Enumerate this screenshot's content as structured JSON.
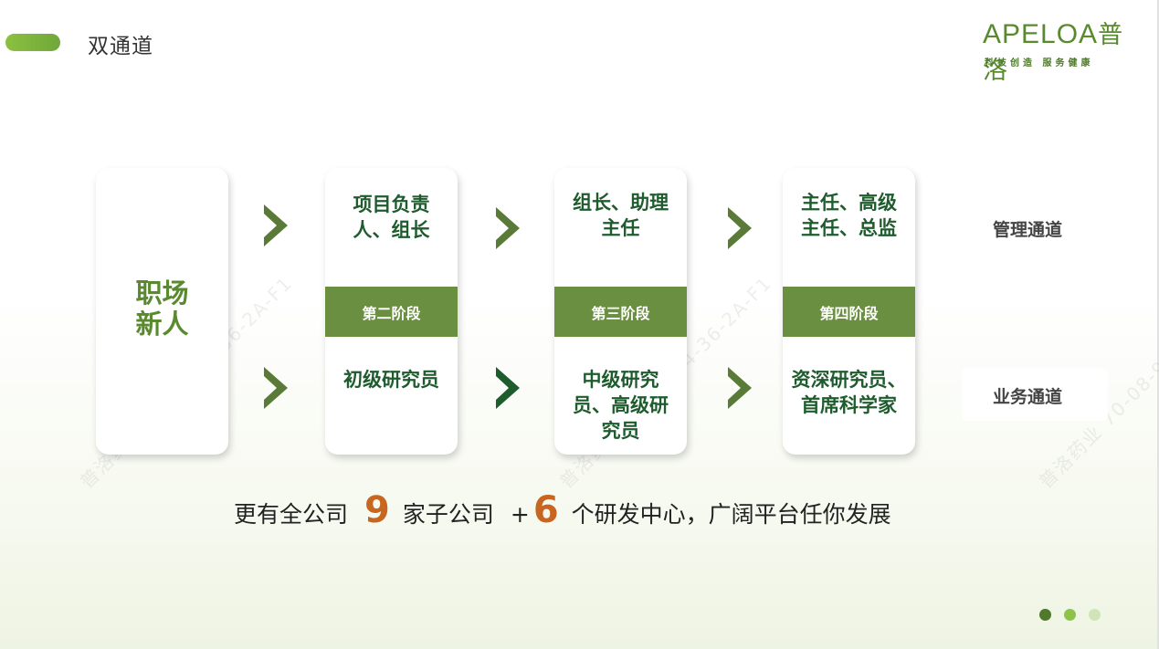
{
  "header": {
    "title": "双通道"
  },
  "logo": {
    "brand_en": "APELOA",
    "brand_cn": "普洛",
    "slogan": "科技创造  服务健康"
  },
  "start": {
    "label": "职场新人"
  },
  "stages": [
    {
      "band": "第二阶段",
      "management": "项目负责人、组长",
      "business": "初级研究员"
    },
    {
      "band": "第三阶段",
      "management": "组长、助理主任",
      "business": "中级研究员、高级研究员"
    },
    {
      "band": "第四阶段",
      "management": "主任、高级主任、总监",
      "business": "资深研究员、首席科学家"
    }
  ],
  "tracks": {
    "management": "管理通道",
    "business": "业务通道"
  },
  "footer": {
    "prefix": "更有全公司",
    "num1": "9",
    "mid": "家子公司",
    "plus": "+",
    "num2": "6",
    "suffix": "个研发中心，广阔平台任你发展"
  },
  "watermark": "普洛药业 70-08-94-36-2A-F1",
  "colors": {
    "accent": "#6a8f40",
    "dark_green": "#1e5c2e",
    "orange": "#c8651e"
  }
}
